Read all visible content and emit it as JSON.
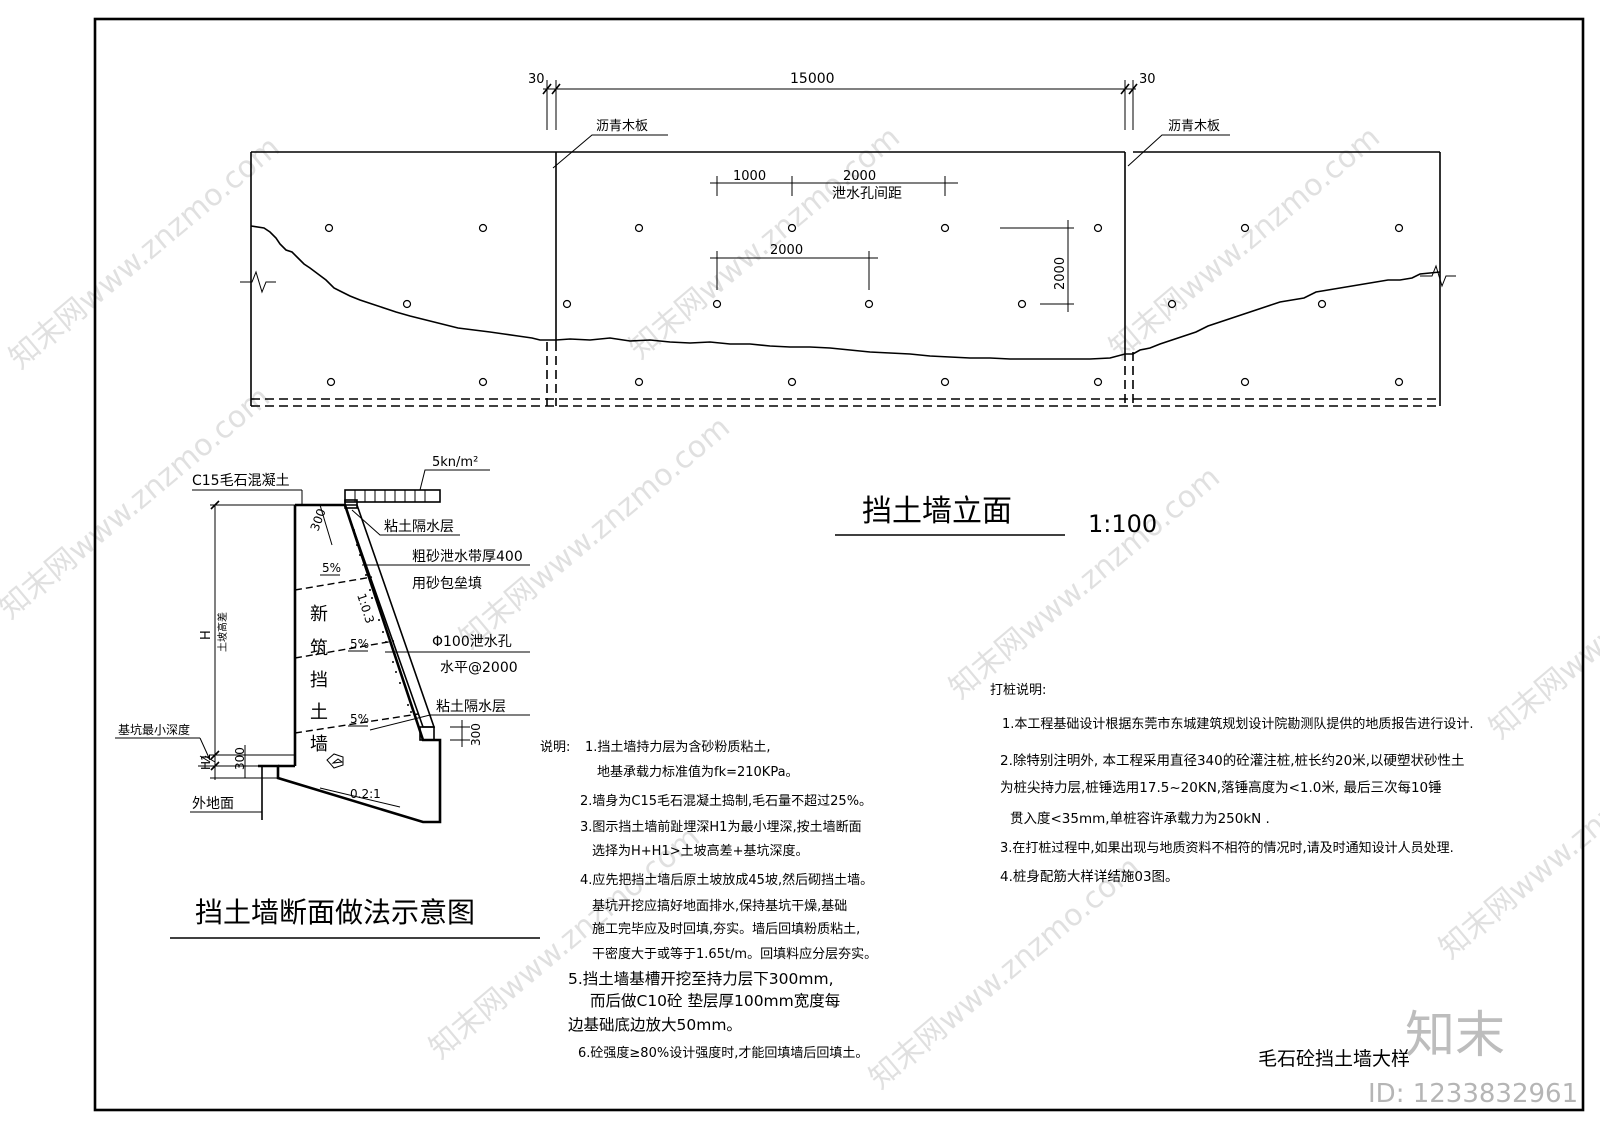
{
  "elevation": {
    "dim_top_left": "30",
    "dim_top_mid": "15000",
    "dim_top_right": "30",
    "joint_label_left": "沥青木板",
    "joint_label_right": "沥青木板",
    "dim_1000": "1000",
    "dim_2000_a": "2000",
    "weephole_spacing": "泄水孔间距",
    "dim_2000_b": "2000",
    "dim_2000_vertical": "2000",
    "title": "挡土墙立面",
    "scale": "1:100"
  },
  "section": {
    "load": "5kn/m²",
    "concrete": "C15毛石混凝土",
    "dim_300_top": "300",
    "clay_top": "粘土隔水层",
    "sand_band": "粗砂泄水带厚400",
    "sand_bag": "用砂包垒填",
    "slope_5a": "5%",
    "slope_5b": "5%",
    "slope_5c": "5%",
    "ratio": "1:0.3",
    "wall_chars": [
      "新",
      "筑",
      "挡",
      "土",
      "墙"
    ],
    "weephole_a": "Φ100泄水孔",
    "weephole_b": "水平@2000",
    "clay_bottom": "粘土隔水层",
    "dim_300_right": "300",
    "h_label": "H",
    "soil_height": "土坡高差",
    "pit_depth": "基坑最小深度",
    "h1_label": "H1",
    "dim_300_bottom": "300",
    "base_ratio": "0.2:1",
    "outer_ground": "外地面",
    "title": "挡土墙断面做法示意图"
  },
  "notes": {
    "heading": "说明:",
    "lines": [
      "1.挡土墙持力层为含砂粉质粘土,",
      "地基承载力标准值为fk=210KPa。",
      "2.墙身为C15毛石混凝土捣制,毛石量不超过25%。",
      "3.图示挡土墙前趾埋深H1为最小埋深,按土墙断面",
      "选择为H+H1>土坡高差+基坑深度。",
      "4.应先把挡土墙后原土坡放成45坡,然后砌挡土墙。",
      "基坑开挖应搞好地面排水,保持基坑干燥,基础",
      "施工完毕应及时回填,夯实。墙后回填粉质粘土,",
      "干密度大于或等于1.65t/m。回填料应分层夯实。",
      "5.挡土墙基槽开挖至持力层下300mm,",
      "而后做C10砼 垫层厚100mm宽度每",
      "边基础底边放大50mm。",
      "6.砼强度≥80%设计强度时,才能回填墙后回填土。"
    ]
  },
  "piling": {
    "heading": "打桩说明:",
    "lines": [
      "1.本工程基础设计根据东莞市东城建筑规划设计院勘测队提供的地质报告进行设计.",
      "2.除特别注明外,  本工程采用直径340的砼灌注桩,桩长约20米,以硬塑状砂性土",
      "为桩尖持力层,桩锤选用17.5~20KN,落锤高度为<1.0米, 最后三次每10锤",
      "贯入度<35mm,单桩容许承载力为250kN .",
      "3.在打桩过程中,如果出现与地质资料不相符的情况时,请及时通知设计人员处理.",
      "4.桩身配筋大样详结施03图。"
    ]
  },
  "drawing_title": "毛石砼挡土墙大样",
  "brand_logo_text": "知末",
  "watermark_text": "知末网www.znzmo.com",
  "id_label": "ID: 1233832961"
}
